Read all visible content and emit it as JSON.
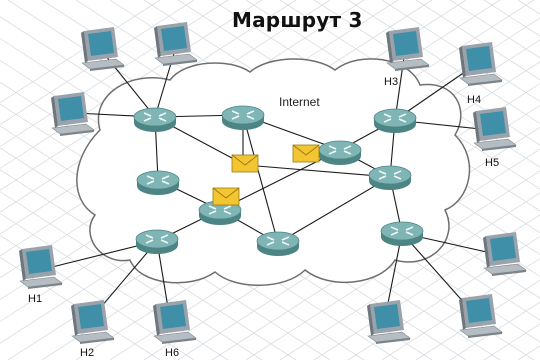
{
  "title": "Маршрут 3",
  "cloud_label": "Internet",
  "colors": {
    "router_top": "#7fb5b5",
    "router_side": "#4d8585",
    "cloud_fill": "#ffffff",
    "cloud_stroke": "#6f6f6f",
    "link": "#1a1a1a",
    "envelope": "#f2c531",
    "monitor_frame": "#9aa3ab",
    "monitor_screen": "#3f8fa8",
    "grid": "#d9dde2"
  },
  "icons": [
    "router-icon",
    "computer-icon",
    "envelope-icon",
    "internet-cloud"
  ],
  "host_labels": {
    "h3": "H3",
    "h4": "H4",
    "h5": "H5",
    "h1": "H1",
    "h2": "H2",
    "h6": "H6"
  }
}
